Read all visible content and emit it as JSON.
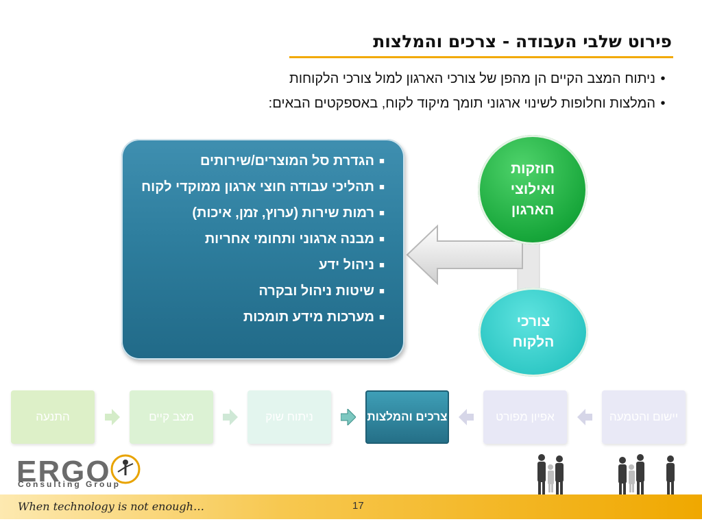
{
  "slide": {
    "title": "פירוט שלבי העבודה - צרכים והמלצות",
    "bullets": [
      "ניתוח המצב הקיים הן מהפן של צורכי הארגון למול צורכי הלקוחות",
      "המלצות וחלופות לשינוי ארגוני תומך מיקוד לקוח, באספקטים הבאים:"
    ],
    "box_items": [
      "הגדרת סל המוצרים/שירותים",
      "תהליכי עבודה חוצי ארגון ממוקדי לקוח",
      "רמות שירות (ערוץ, זמן, איכות)",
      "מבנה ארגוני ותחומי אחריות",
      "ניהול ידע",
      "שיטות ניהול ובקרה",
      "מערכות מידע תומכות"
    ],
    "circle_top": "חוזקות ואילוצי הארגון",
    "circle_bottom": "צורכי הלקוח"
  },
  "steps": [
    {
      "label": "יישום והטמעה",
      "bg": "#e4e4f4",
      "fg": "#ffffff"
    },
    {
      "label": "אפיון מפורט",
      "bg": "#e6e6f5",
      "fg": "#ffffff"
    },
    {
      "label": "צרכים והמלצות",
      "bg": "#2f8da6",
      "fg": "#ffffff"
    },
    {
      "label": "ניתוח שוק",
      "bg": "#e2f4ec",
      "fg": "#ffffff"
    },
    {
      "label": "מצב קיים",
      "bg": "#dff3d6",
      "fg": "#ffffff"
    },
    {
      "label": "התנעה",
      "bg": "#def0c8",
      "fg": "#ffffff"
    }
  ],
  "footer": {
    "logo": "ERGO",
    "logo_sub": "Consulting Group",
    "tagline": "When technology is not enough…",
    "page_number": "17"
  },
  "colors": {
    "title_rule": "#f2a900",
    "box": "#2e7e9e",
    "circle_top": "#17a63a",
    "circle_bottom": "#2dc7c4",
    "footer": "#f7c850"
  }
}
